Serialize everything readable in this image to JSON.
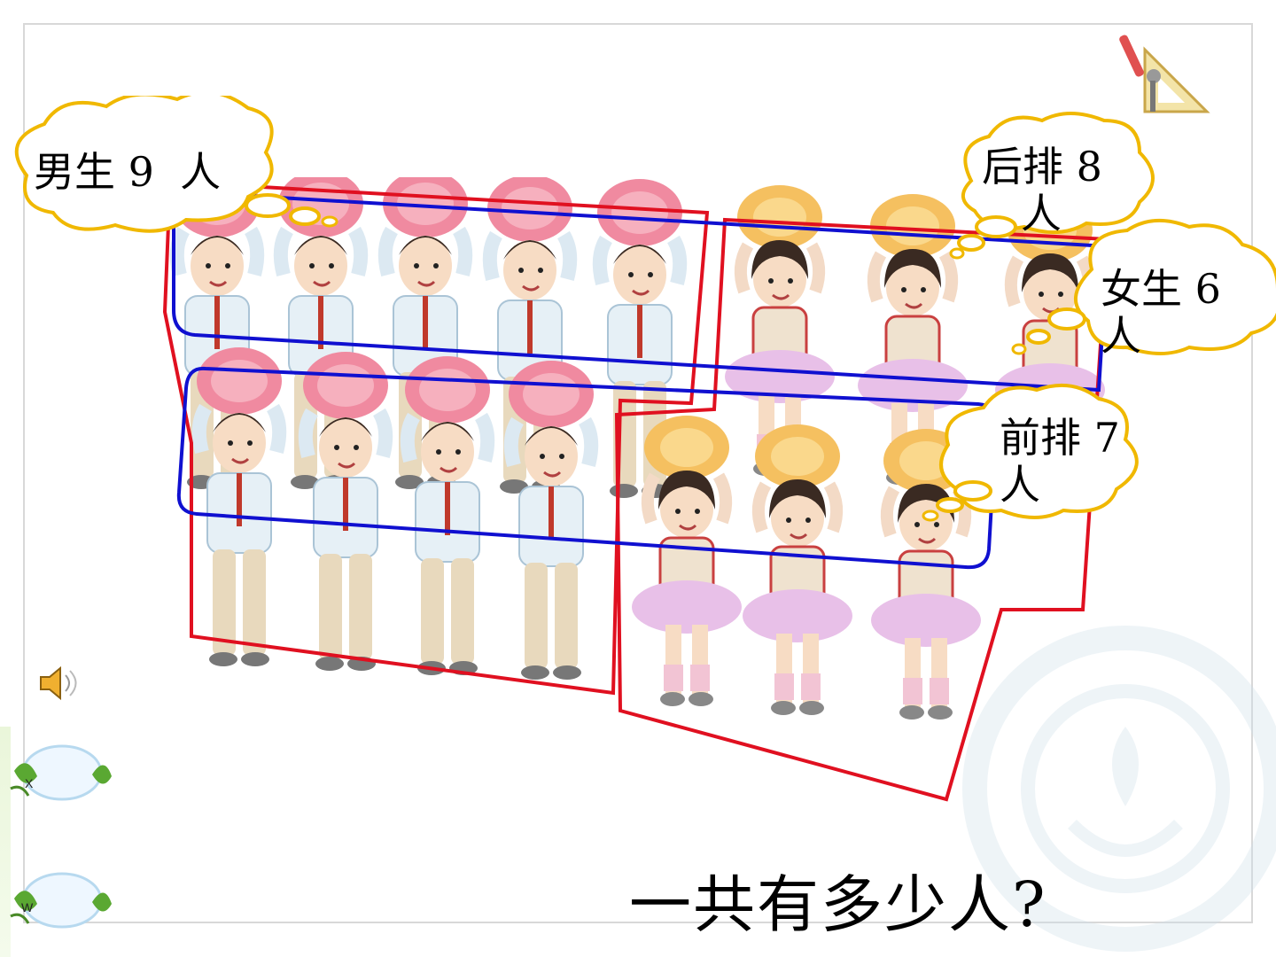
{
  "clouds": {
    "boys": "男生 9  人",
    "back_row": "后排 8\n   人",
    "girls": "女生 6  人",
    "front_row": "前排 7  人"
  },
  "question": "一共有多少人?",
  "nav": {
    "button_1_letter": "X",
    "button_2_letter": "W"
  },
  "colors": {
    "boys_outline": "#e01020",
    "rows_outline": "#1010d0",
    "cloud_border": "#f0b800",
    "boy_pompom": "#f08aa0",
    "girl_pompom": "#f5c060",
    "girl_skirt": "#e8c0e8",
    "leaf": "#5aa832"
  },
  "icons": [
    "speaker-icon",
    "tools-icon",
    "leaf-button-icon",
    "watermark-logo"
  ]
}
